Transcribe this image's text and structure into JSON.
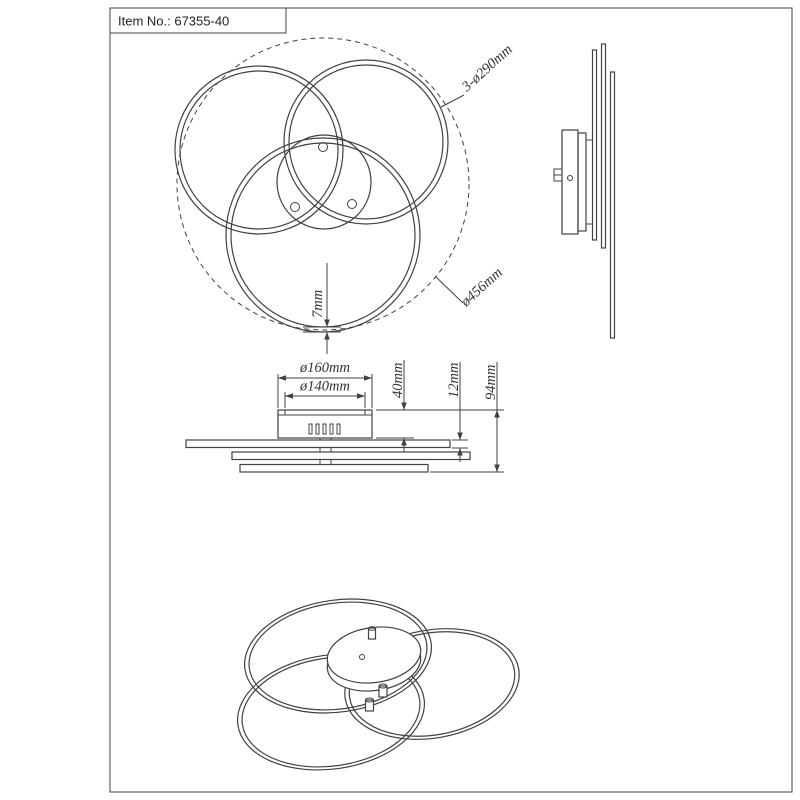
{
  "title_block": {
    "item_no": "Item No.: 67355-40"
  },
  "top_view": {
    "dim_rings": "3-ø290mm",
    "dim_overall_diameter": "ø456mm",
    "dim_ring_width": "7mm"
  },
  "front_view": {
    "dim_canopy_outer": "ø160mm",
    "dim_canopy_inner": "ø140mm",
    "dim_canopy_height": "40mm",
    "dim_ring_height": "12mm",
    "dim_total_height": "94mm"
  },
  "colors": {
    "line": "#414141",
    "background": "#ffffff"
  }
}
